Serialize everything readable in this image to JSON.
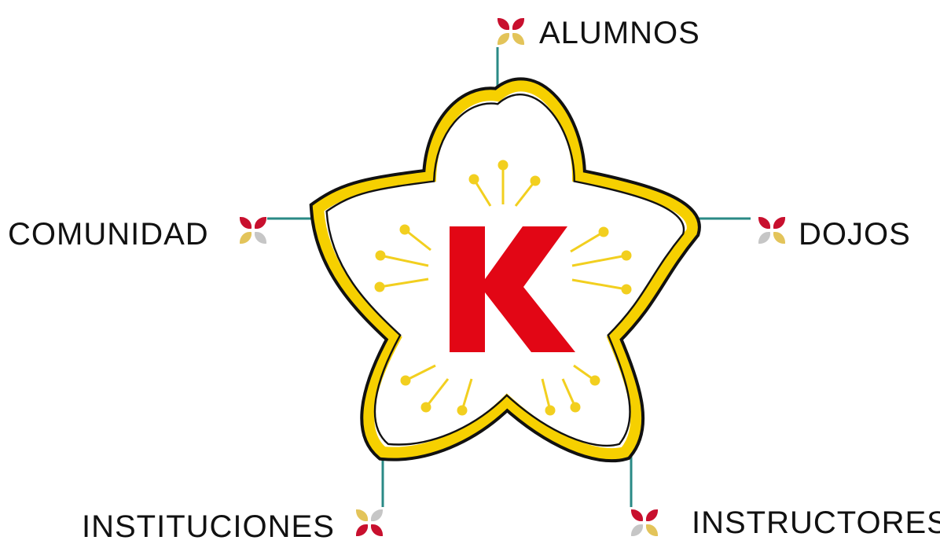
{
  "logo": {
    "letter": "K"
  },
  "nodes": [
    {
      "id": "alumnos",
      "label": "ALUMNOS"
    },
    {
      "id": "dojos",
      "label": "DOJOS"
    },
    {
      "id": "instructores",
      "label": "INSTRUCTORES"
    },
    {
      "id": "instituciones",
      "label": "INSTITUCIONES"
    },
    {
      "id": "comunidad",
      "label": "COMUNIDAD"
    }
  ],
  "colors": {
    "petal_fill": "#ffffff",
    "petal_outer": "#111111",
    "petal_ring": "#f6d000",
    "stamen": "#f2cf1f",
    "letter": "#e20615",
    "connector": "#2a8a86",
    "icon_red": "#c8102e",
    "icon_gold": "#e3c45a",
    "icon_gray": "#c6c6c6"
  }
}
